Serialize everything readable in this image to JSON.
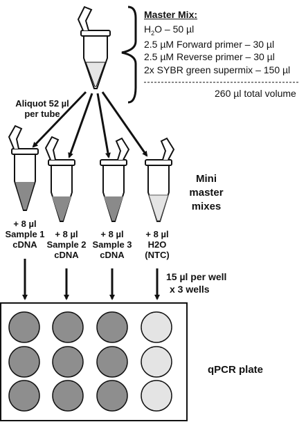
{
  "master_mix": {
    "title": "Master Mix:",
    "water_prefix": "H",
    "water_sub": "2",
    "water_suffix": "O – 50 µl",
    "lines": [
      "2.5 µM Forward primer – 30 µl",
      "2.5 µM Reverse primer – 30 µl",
      "2x SYBR green supermix – 150 µl"
    ],
    "total": "260 µl total volume"
  },
  "aliquot_label": [
    "Aliquot 52 µl",
    "per tube"
  ],
  "mini_label": [
    "Mini",
    "master",
    "mixes"
  ],
  "samples": [
    {
      "lines": [
        "+ 8 µl",
        "Sample 1",
        "cDNA"
      ]
    },
    {
      "lines": [
        "+ 8 µl",
        "Sample 2",
        "cDNA"
      ]
    },
    {
      "lines": [
        "+ 8 µl",
        "Sample 3",
        "cDNA"
      ]
    },
    {
      "lines": [
        "+ 8 µl",
        "H2O",
        "(NTC)"
      ]
    }
  ],
  "per_well_label": [
    "15 µl per well",
    "x 3 wells"
  ],
  "plate_label": "qPCR plate",
  "colors": {
    "sample_liquid": "#8a8a8a",
    "master_liquid": "#e6e6e6",
    "ntc_well": "#e4e4e4",
    "sample_well": "#8e8e8e"
  }
}
